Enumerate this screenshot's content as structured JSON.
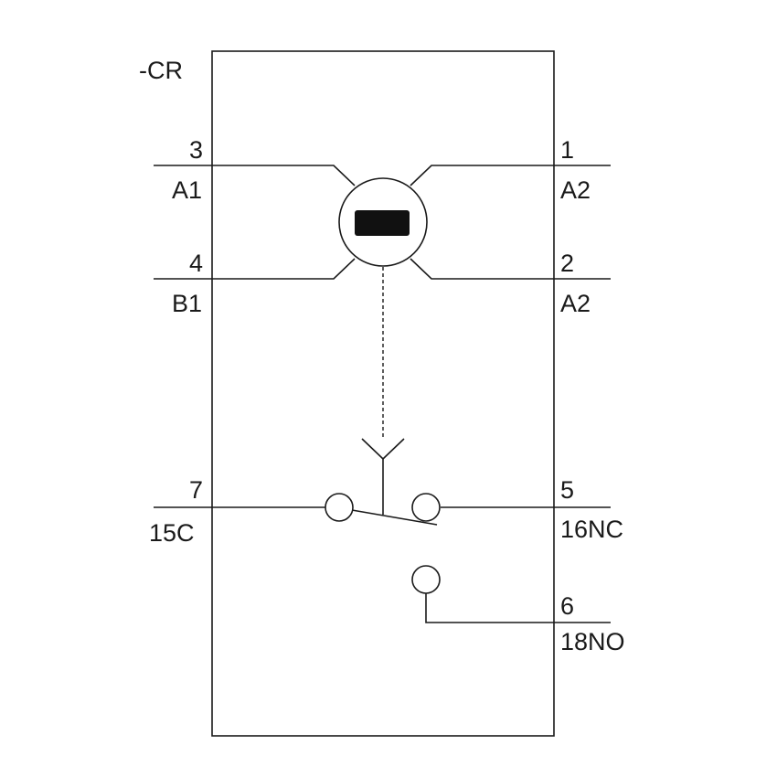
{
  "device": {
    "tag": "-CR"
  },
  "coil": {
    "left_top": {
      "pin": "3",
      "name": "A1"
    },
    "left_bottom": {
      "pin": "4",
      "name": "B1"
    },
    "right_top": {
      "pin": "1",
      "name": "A2"
    },
    "right_bottom": {
      "pin": "2",
      "name": "A2"
    }
  },
  "contacts": {
    "common": {
      "pin": "7",
      "name": "15C"
    },
    "normally_closed": {
      "pin": "5",
      "name": "16NC"
    },
    "normally_open": {
      "pin": "6",
      "name": "18NO"
    }
  },
  "colors": {
    "line": "#1a1a1a",
    "background": "#ffffff"
  }
}
